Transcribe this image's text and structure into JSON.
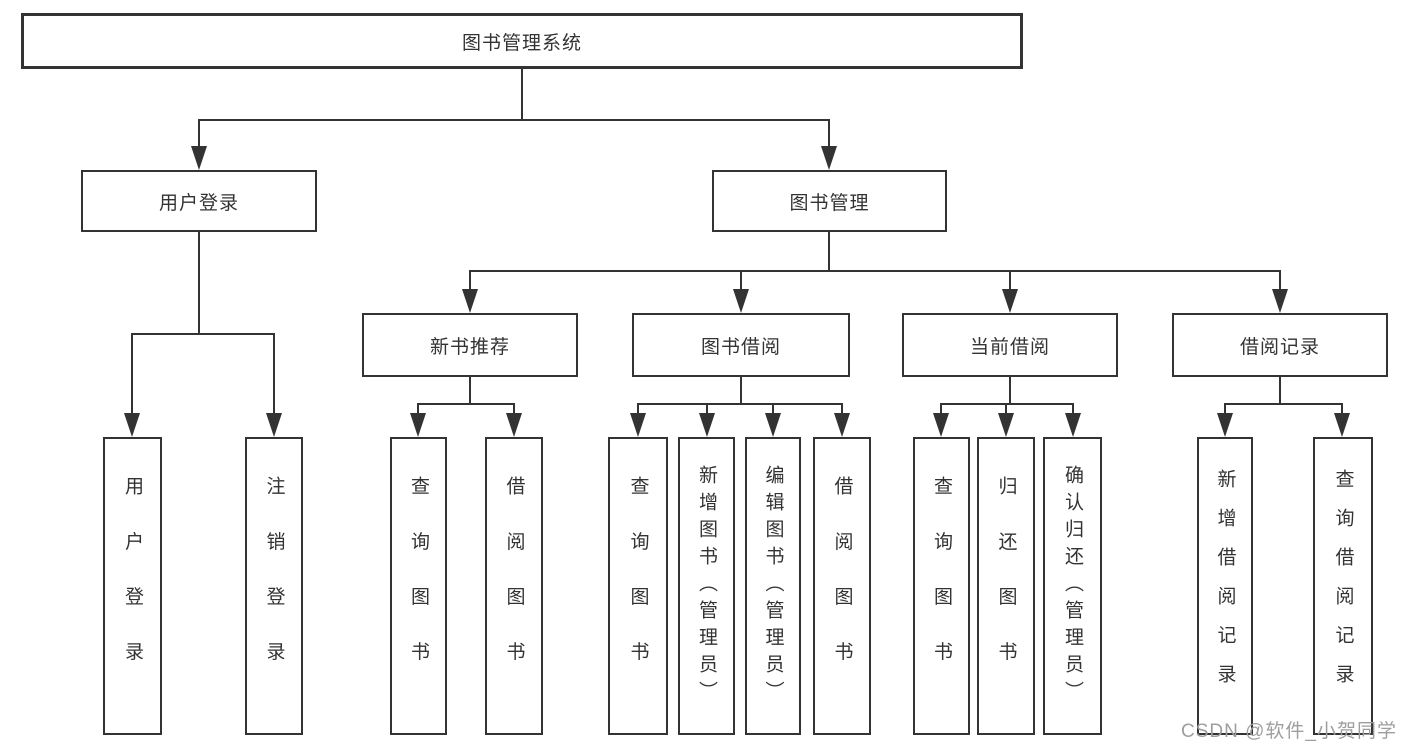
{
  "diagram": {
    "root": {
      "label": "图书管理系统"
    },
    "branches": [
      {
        "label": "用户登录",
        "children": [
          {
            "label": "用户登录"
          },
          {
            "label": "注销登录"
          }
        ]
      },
      {
        "label": "图书管理",
        "children": [
          {
            "label": "新书推荐",
            "children": [
              {
                "label": "查询图书"
              },
              {
                "label": "借阅图书"
              }
            ]
          },
          {
            "label": "图书借阅",
            "children": [
              {
                "label": "查询图书"
              },
              {
                "label": "新增图书（管理员）"
              },
              {
                "label": "编辑图书（管理员）"
              },
              {
                "label": "借阅图书"
              }
            ]
          },
          {
            "label": "当前借阅",
            "children": [
              {
                "label": "查询图书"
              },
              {
                "label": "归还图书"
              },
              {
                "label": "确认归还（管理员）"
              }
            ]
          },
          {
            "label": "借阅记录",
            "children": [
              {
                "label": "新增借阅记录"
              },
              {
                "label": "查询借阅记录"
              }
            ]
          }
        ]
      }
    ]
  },
  "watermark": {
    "text": "CSDN @软件_小贺同学"
  },
  "colors": {
    "line": "#333333",
    "box_border": "#333333",
    "text": "#333333",
    "watermark": "#9e9e9e",
    "background": "#ffffff"
  }
}
